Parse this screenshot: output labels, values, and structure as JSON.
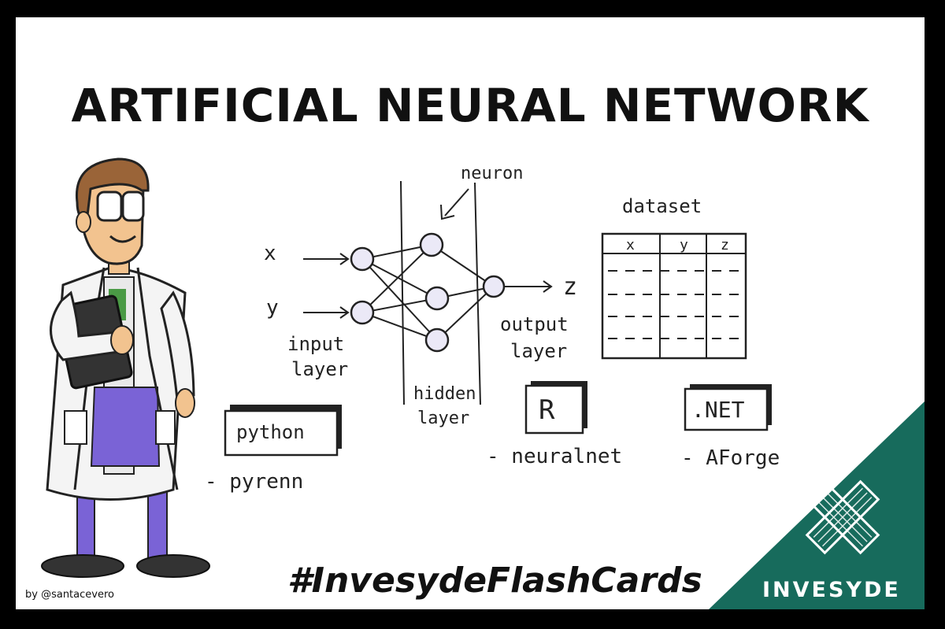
{
  "title": "ARTIFICIAL NEURAL NETWORK",
  "hashtag": "#InvesydeFlashCards",
  "byline": "by @santacevero",
  "brand": {
    "name": "INVESYDE",
    "color": "#176b5c"
  },
  "diagram": {
    "inputs": [
      "x",
      "y"
    ],
    "output": "z",
    "labels": {
      "neuron": "neuron",
      "input_layer": [
        "input",
        "layer"
      ],
      "hidden_layer": [
        "hidden",
        "layer"
      ],
      "output_layer": [
        "output",
        "layer"
      ]
    }
  },
  "dataset": {
    "title": "dataset",
    "columns": [
      "x",
      "y",
      "z"
    ],
    "row_placeholders": [
      "— —",
      "— —",
      "— —",
      "— —"
    ]
  },
  "libraries": [
    {
      "box": "python",
      "package": "- pyrenn"
    },
    {
      "box": "R",
      "package": "- neuralnet"
    },
    {
      "box": ".NET",
      "package": "- AForge"
    }
  ]
}
